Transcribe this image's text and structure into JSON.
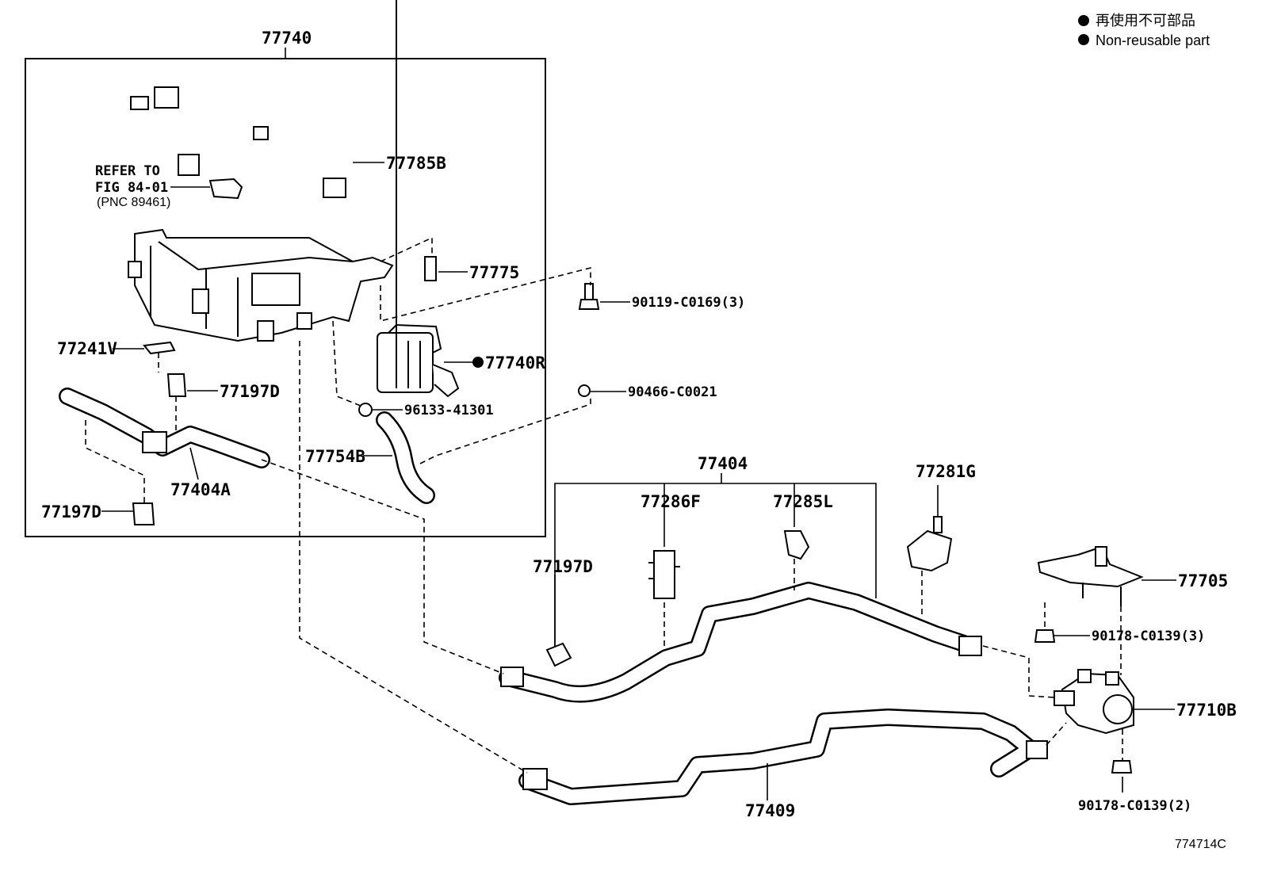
{
  "legend": {
    "line_jp": "再使用不可部品",
    "line_en": "Non-reusable part"
  },
  "figure_code": "774714C",
  "labels": {
    "p77740": "77740",
    "p77785B": "77785B",
    "refer_line1": "REFER TO",
    "refer_line2": "FIG 84-01",
    "refer_line3": "(PNC 89461)",
    "p77775": "77775",
    "p90119": "90119-C0169(3)",
    "p77241V": "77241V",
    "p77740R": "77740R",
    "p77197D_a": "77197D",
    "p90466": "90466-C0021",
    "p96133": "96133-41301",
    "p77754B": "77754B",
    "p77404A": "77404A",
    "p77197D_b": "77197D",
    "p77404": "77404",
    "p77286F": "77286F",
    "p77285L": "77285L",
    "p77281G": "77281G",
    "p77197D_c": "77197D",
    "p77705": "77705",
    "p90178_3": "90178-C0139(3)",
    "p77710B": "77710B",
    "p77409": "77409",
    "p90178_2": "90178-C0139(2)"
  }
}
